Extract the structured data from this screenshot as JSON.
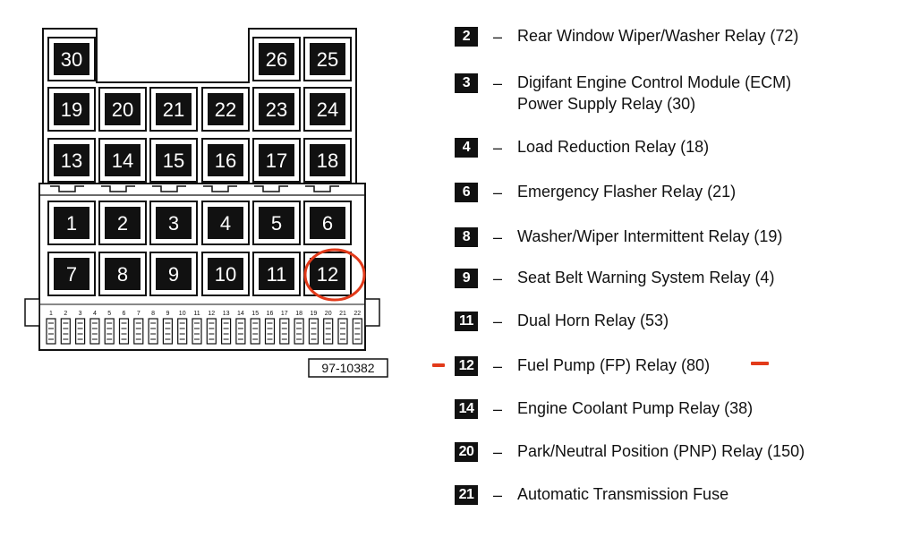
{
  "diagram": {
    "relay_rows_top": [
      [
        "30",
        "",
        "",
        "",
        "26",
        "25"
      ],
      [
        "19",
        "20",
        "21",
        "22",
        "23",
        "24"
      ],
      [
        "13",
        "14",
        "15",
        "16",
        "17",
        "18"
      ]
    ],
    "relay_rows_bottom": [
      [
        "1",
        "2",
        "3",
        "4",
        "5",
        "6"
      ],
      [
        "7",
        "8",
        "9",
        "10",
        "11",
        "12"
      ]
    ],
    "fuse_labels": [
      "1",
      "2",
      "3",
      "4",
      "5",
      "6",
      "7",
      "8",
      "9",
      "10",
      "11",
      "12",
      "13",
      "14",
      "15",
      "16",
      "17",
      "18",
      "19",
      "20",
      "21",
      "22"
    ],
    "reference": "97-10382",
    "highlighted_relay": "12",
    "highlight_color": "#e23a1a"
  },
  "legend": [
    {
      "num": "2",
      "dash": "–",
      "desc": "Rear Window Wiper/Washer Relay (72)"
    },
    {
      "num": "3",
      "dash": "–",
      "desc": "Digifant Engine Control Module (ECM)\nPower Supply Relay (30)"
    },
    {
      "num": "4",
      "dash": "–",
      "desc": "Load Reduction Relay (18)"
    },
    {
      "num": "6",
      "dash": "–",
      "desc": "Emergency Flasher Relay (21)"
    },
    {
      "num": "8",
      "dash": "–",
      "desc": "Washer/Wiper Intermittent Relay (19)"
    },
    {
      "num": "9",
      "dash": "–",
      "desc": "Seat Belt Warning System Relay (4)"
    },
    {
      "num": "11",
      "dash": "–",
      "desc": "Dual Horn Relay (53)"
    },
    {
      "num": "12",
      "dash": "–",
      "desc": "Fuel Pump (FP) Relay (80)"
    },
    {
      "num": "14",
      "dash": "–",
      "desc": "Engine Coolant Pump Relay (38)"
    },
    {
      "num": "20",
      "dash": "–",
      "desc": "Park/Neutral Position (PNP) Relay (150)"
    },
    {
      "num": "21",
      "dash": "–",
      "desc": "Automatic Transmission Fuse"
    }
  ]
}
